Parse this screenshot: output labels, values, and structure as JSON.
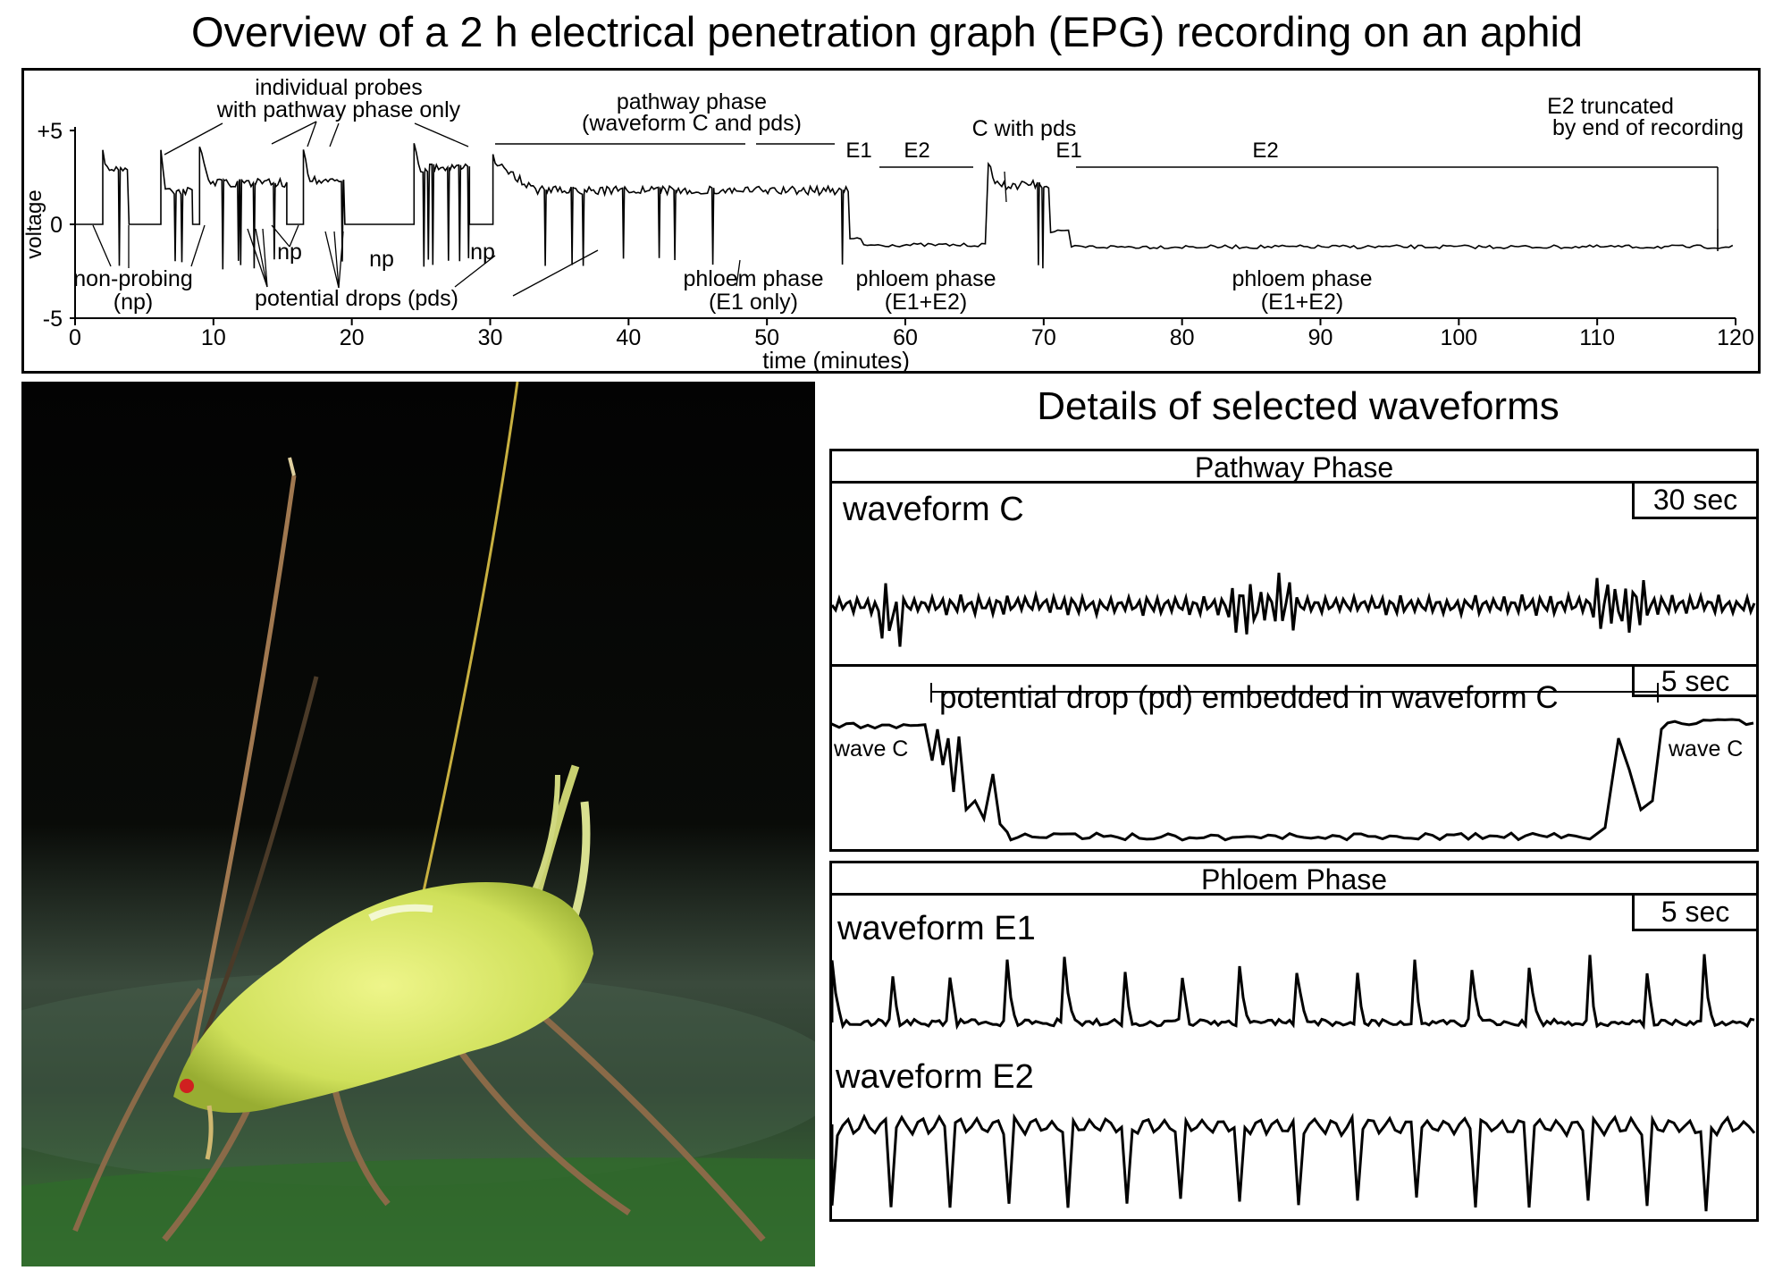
{
  "title": "Overview of a 2 h electrical penetration graph (EPG) recording on an aphid",
  "chart_data": [
    {
      "type": "line",
      "xlabel": "time (minutes)",
      "ylabel": "voltage",
      "xlim": [
        0,
        120
      ],
      "ylim": [
        -5,
        5
      ],
      "x_ticks": [
        0,
        10,
        20,
        30,
        40,
        50,
        60,
        70,
        80,
        90,
        100,
        110,
        120
      ],
      "y_tick_labels": [
        "+5",
        "0",
        "-5"
      ],
      "segments": [
        {
          "label": "np",
          "x": [
            0,
            2
          ],
          "level": 0
        },
        {
          "label": "probe",
          "x": [
            2,
            3.9
          ],
          "level": 3
        },
        {
          "label": "np",
          "x": [
            3.9,
            6.2
          ],
          "level": 0
        },
        {
          "label": "probe",
          "x": [
            6.2,
            8.5
          ],
          "level": 1.8
        },
        {
          "label": "np",
          "x": [
            8.5,
            9.0
          ],
          "level": 0
        },
        {
          "label": "probe",
          "x": [
            9.0,
            15.3
          ],
          "level": 2.2
        },
        {
          "label": "np",
          "x": [
            15.3,
            16.5
          ],
          "level": 0
        },
        {
          "label": "probe",
          "x": [
            16.5,
            19.5
          ],
          "level": 2.4
        },
        {
          "label": "np",
          "x": [
            19.5,
            24.5
          ],
          "level": 0
        },
        {
          "label": "probe",
          "x": [
            24.5,
            28.5
          ],
          "level": 3.0
        },
        {
          "label": "np",
          "x": [
            28.5,
            30.2
          ],
          "level": 0
        },
        {
          "label": "pathway C",
          "x": [
            30.2,
            56
          ],
          "level": 1.8
        },
        {
          "label": "E1",
          "x": [
            56,
            57
          ],
          "level": -0.8
        },
        {
          "label": "E2",
          "x": [
            57,
            66
          ],
          "level": -1.1
        },
        {
          "label": "C with pds",
          "x": [
            66,
            70.5
          ],
          "level": 2.1
        },
        {
          "label": "E1",
          "x": [
            70.5,
            72
          ],
          "level": -0.4
        },
        {
          "label": "E2",
          "x": [
            72,
            120
          ],
          "level": -1.2
        }
      ],
      "annotations": [
        "individual probes",
        "with pathway phase only",
        "pathway phase",
        "(waveform C and pds)",
        "C with pds",
        "E2 truncated",
        "by end of recording",
        "E1",
        "E2",
        "E1",
        "E2",
        "non-probing",
        "(np)",
        "np",
        "np",
        "np",
        "potential drops (pds)",
        "phloem phase",
        "(E1 only)",
        "phloem phase",
        "(E1+E2)",
        "phloem phase",
        "(E1+E2)"
      ]
    }
  ],
  "details": {
    "title": "Details of selected waveforms",
    "pathway_header": "Pathway Phase",
    "waveform_c_label": "waveform C",
    "scale_30": "30 sec",
    "pd_label": "potential drop (pd) embedded in waveform C",
    "scale_5a": "5 sec",
    "wave_c_left": "wave C",
    "wave_c_right": "wave C",
    "phloem_header": "Phloem Phase",
    "waveform_e1_label": "waveform E1",
    "scale_5b": "5 sec",
    "waveform_e2_label": "waveform E2"
  },
  "colors": {
    "line": "#000000",
    "background": "#ffffff"
  }
}
